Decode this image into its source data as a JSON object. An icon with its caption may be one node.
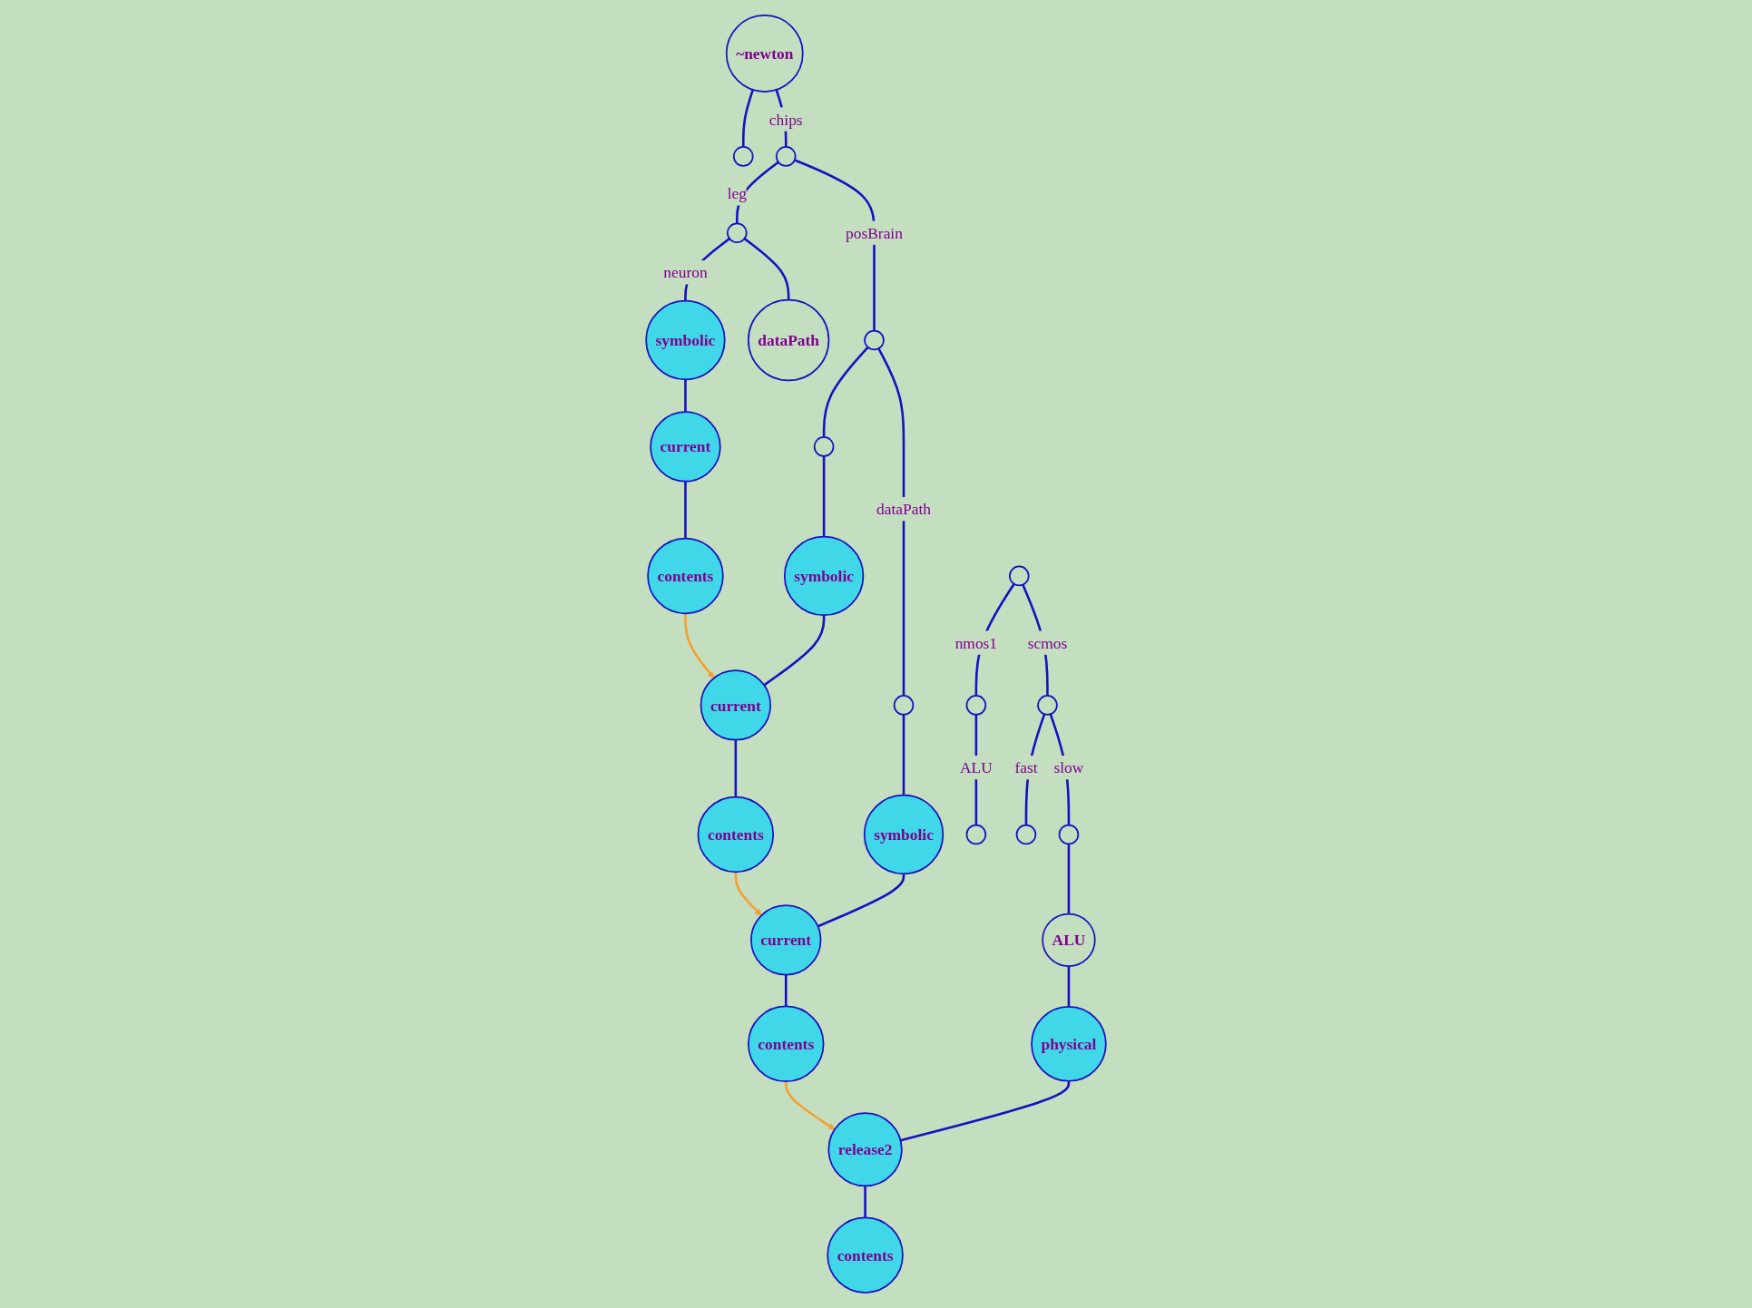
{
  "diagram": {
    "nodes": [
      {
        "text": [
          "~newton"
        ]
      },
      {
        "text": [],
        "shape": "circle"
      },
      {
        "text": [],
        "shape": "circle"
      },
      {
        "text": [],
        "shape": "circle"
      },
      {
        "text": [],
        "shape": "circle"
      },
      {
        "text": [
          "dataPath"
        ]
      },
      {
        "text": [
          "symbolic"
        ]
      },
      {
        "text": [
          "current"
        ]
      },
      {
        "text": [
          "contents"
        ]
      },
      {
        "text": [],
        "shape": "circle"
      },
      {
        "text": [],
        "shape": "circle"
      },
      {
        "text": [
          "symbolic"
        ]
      },
      {
        "text": [
          "current"
        ]
      },
      {
        "text": [
          "contents"
        ]
      },
      {
        "text": [
          "symbolic"
        ]
      },
      {
        "text": [
          "current"
        ]
      },
      {
        "text": [
          "contents"
        ]
      },
      {
        "text": [],
        "shape": "circle"
      },
      {
        "text": [],
        "shape": "circle"
      },
      {
        "text": [],
        "shape": "circle"
      },
      {
        "text": [],
        "shape": "circle"
      },
      {
        "text": [],
        "shape": "circle"
      },
      {
        "text": [],
        "shape": "circle"
      },
      {
        "text": [
          "ALU"
        ]
      },
      {
        "text": [
          "physical"
        ]
      },
      {
        "text": [
          "release2"
        ]
      },
      {
        "text": [
          "contents"
        ]
      }
    ],
    "edges": [
      {
        "from": 0,
        "to": 1,
        "arrow": "none"
      },
      {
        "from": 0,
        "to": 2,
        "arrow": "none",
        "label": "chips"
      },
      {
        "from": 2,
        "to": 3,
        "arrow": "none",
        "label": "leg"
      },
      {
        "from": 2,
        "to": 4,
        "arrow": "none",
        "label": "posBrain"
      },
      {
        "from": 3,
        "to": 5,
        "arrow": "none"
      },
      {
        "from": 3,
        "to": 6,
        "arrow": "none",
        "label": "neuron"
      },
      {
        "from": 6,
        "to": 7,
        "arrow": "none"
      },
      {
        "from": 7,
        "to": 8,
        "arrow": "none"
      },
      {
        "from": 4,
        "to": 9,
        "arrow": "none"
      },
      {
        "from": 4,
        "to": 10,
        "arrow": "none",
        "label": "dataPath"
      },
      {
        "from": 9,
        "to": 11,
        "arrow": "none"
      },
      {
        "from": 10,
        "to": 14,
        "arrow": "none"
      },
      {
        "from": 11,
        "to": 12,
        "arrow": "none"
      },
      {
        "from": 12,
        "to": 13,
        "arrow": "none"
      },
      {
        "from": 14,
        "to": 15,
        "arrow": "none"
      },
      {
        "from": 15,
        "to": 16,
        "arrow": "none"
      },
      {
        "from": 17,
        "to": 18,
        "arrow": "none",
        "label": "nmos1"
      },
      {
        "from": 17,
        "to": 19,
        "arrow": "none",
        "label": "scmos"
      },
      {
        "from": 18,
        "to": 20,
        "arrow": "none",
        "label": "ALU"
      },
      {
        "from": 19,
        "to": 21,
        "arrow": "none",
        "label": "fast"
      },
      {
        "from": 19,
        "to": 22,
        "arrow": "none",
        "label": "slow"
      },
      {
        "from": 22,
        "to": 23,
        "arrow": "none"
      },
      {
        "from": 23,
        "to": 24,
        "arrow": "none"
      },
      {
        "from": 24,
        "to": 25,
        "arrow": "none"
      },
      {
        "from": 25,
        "to": 26,
        "arrow": "none"
      },
      {
        "from": 8,
        "to": 12,
        "arrow": "to",
        "color": "#f5a030"
      },
      {
        "from": 13,
        "to": 15,
        "arrow": "to",
        "color": "#f5a030"
      },
      {
        "from": 16,
        "to": 25,
        "arrow": "to",
        "color": "#f5a030"
      }
    ]
  }
}
